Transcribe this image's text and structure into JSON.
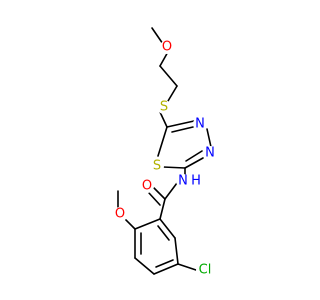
{
  "molecule": {
    "atoms": {
      "o_ether_top": {
        "text": "O",
        "color": "#ff0000"
      },
      "s_thioether": {
        "text": "S",
        "color": "#b2b200"
      },
      "s_ring": {
        "text": "S",
        "color": "#b2b200"
      },
      "n_ring_upper": {
        "text": "N",
        "color": "#0000ff"
      },
      "n_ring_lower": {
        "text": "N",
        "color": "#0000ff"
      },
      "n_amide": {
        "text": "N",
        "color": "#0000ff"
      },
      "h_amide": {
        "text": "H",
        "color": "#0000ff"
      },
      "o_carbonyl": {
        "text": "O",
        "color": "#ff0000"
      },
      "o_methoxy": {
        "text": "O",
        "color": "#ff0000"
      },
      "cl": {
        "text": "Cl",
        "color": "#00aa00"
      }
    }
  }
}
